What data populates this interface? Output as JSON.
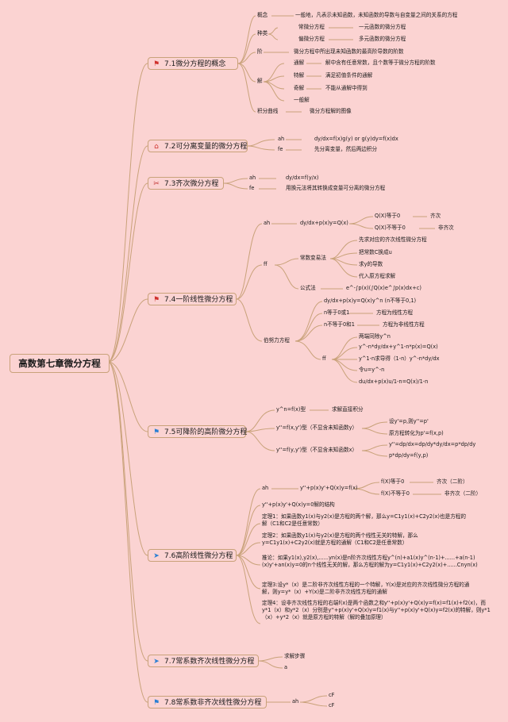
{
  "root": "高数第七章微分方程",
  "sections": [
    {
      "title": "7.1微分方程的概念",
      "icon": "flag-icon"
    },
    {
      "title": "7.2可分离变量的微分方程",
      "icon": "home-icon"
    },
    {
      "title": "7.3齐次微分方程",
      "icon": "tools-icon"
    },
    {
      "title": "7.4一阶线性微分方程",
      "icon": "flag-icon"
    },
    {
      "title": "7.5可降阶的高阶微分方程",
      "icon": "flag-icon"
    },
    {
      "title": "7.6高阶线性微分方程",
      "icon": "paper-plane-icon"
    },
    {
      "title": "7.7常系数齐次线性微分方程",
      "icon": "paper-plane-icon"
    },
    {
      "title": "7.8常系数非齐次线性微分方程",
      "icon": "flag-icon"
    }
  ],
  "s1": {
    "gainian": "概念",
    "gainian_v": "一般地，凡表示未知函数，未知函数的导数与自变量之间的关系的方程",
    "zhonglei": "种类",
    "changwei": "常微分方程",
    "changwei_v": "一元函数的微分方程",
    "pianwei": "偏微分方程",
    "pianwei_v": "多元函数的微分方程",
    "jie": "阶",
    "jie_v": "微分方程中所出现未知函数的最高阶导数的阶数",
    "jie2": "解",
    "tongjie": "通解",
    "tongjie_v": "解中含有任意常数，且个数等于微分方程的阶数",
    "tejie": "特解",
    "tejie_v": "满足初值条件的通解",
    "qijie": "奇解",
    "qijie_v": "不能从通解中得到",
    "yibanjie": "一般解",
    "jifen": "积分曲线",
    "jifen_v": "微分方程解的图像"
  },
  "s2": {
    "ah": "ah",
    "ah_v": "dy/dx=f(x)g(y) or g(y)dy=f(x)dx",
    "fe": "fe",
    "fe_v": "先分离变量，然后两边积分"
  },
  "s3": {
    "ah": "ah",
    "ah_v": "dy/dx=f(y/x)",
    "fe": "fe",
    "fe_v": "用换元法将其转换成变量可分离的微分方程"
  },
  "s4": {
    "ah": "ah",
    "ah_v": "dy/dx+p(x)y=Q(x)",
    "q0": "Q(X)等于0",
    "q0_v": "齐次",
    "qn0": "Q(X)不等于0",
    "qn0_v": "非齐次",
    "ff": "ff",
    "cbyf": "常数变易法",
    "c1": "先求对应的齐次线性微分方程",
    "c2": "把常数C换成u",
    "c3": "求y的导数",
    "c4": "代入原方程求解",
    "gsf": "公式法",
    "gsf_v": "e^-∫p(x)(∫Q(x)e^∫p(x)dx+c)",
    "bnl": "伯努力方程",
    "b1": "dy/dx+p(x)y=Q(x)y^n (n不等于0,1)",
    "b2": "n等于0或1",
    "b2_v": "方程为线性方程",
    "b3": "n不等于0和1",
    "b3_v": "方程为非线性方程",
    "ff2": "ff",
    "f1": "两端同除y^n",
    "f2": "y^-n*dy/dx+y^1-n*p(x)=Q(x)",
    "f3": "y^1-n求导得（1-n）y^-n*dy/dx",
    "f4": "令u=y^-n",
    "f5": "du/dx+p(x)u/1-n=Q(x)/1-n"
  },
  "s5": {
    "a1": "y^n=f(x)型",
    "a1_v": "求解直接积分",
    "a2": "y''=f(x,y')型（不显含未知函数y）",
    "a2_v1": "设y'=p,则y''=p'",
    "a2_v2": "原方程转化为p'=f(x,p)",
    "a3": "y''=f(y,y')型（不显含未知函数x）",
    "a3_v1": "y''=dp/dx=dp/dy*dy/dx=p*dp/dy",
    "a3_v2": "p*dp/dy=f(y,p)"
  },
  "s6": {
    "ah": "ah",
    "ah_v": "y''+p(x)y'+Q(x)y=f(x)",
    "f0": "f(X)等于0",
    "f0_v": "齐次（二阶）",
    "fn0": "f(X)不等于0",
    "fn0_v": "非齐次（二阶）",
    "s": "y''+p(x)y'+Q(x)y=0解的结构",
    "d1": "定理1：如果函数y1(x)与y2(x)是方程的两个解，那么y=C1y1(x)+C2y2(x)也是方程的解（C1和C2是任意常数）",
    "d2": "定理2：如果函数y1(x)与y2(x)是方程的两个线性无关的特解，那么y=C1y1(x)+C2y2(x)就是方程的通解（C1和C2是任意常数）",
    "tl": "推论：如果y1(x),y2(x),......yn(x)是n阶齐次线性方程y^(n)+a1(x)y^(n-1)+......+a(n-1)(x)y'+an(x)y=0的n个线性无关的解，那么方程的解为y=C1y1(x)+C2y2(x)+......Cnyn(x)",
    "d3": "定理3:设y*（x）是二阶非齐次线性方程的一个特解，Y(x)是对应的齐次线性微分方程的通解，则y=y*（x）+Y(x)是二阶非齐次线性方程的通解",
    "d4": "定理4：设非齐次线性方程的右端f(x)是两个函数之和y''+p(x)y'+Q(x)y=f(x)=f1(x)+f2(x)，而y*1（x）和y*2（x）分别是y''+p(x)y'+Q(x)y=f1(x)与y''+p(x)y'+Q(x)y=f2(x)的特解，则y*1（x）+y*2（x）就是原方程的特解（解的叠加原理）"
  },
  "s7": {
    "a": "求解步骤",
    "b": "a"
  },
  "s8": {
    "ah": "ah",
    "c1": "cF",
    "c2": "cF"
  }
}
